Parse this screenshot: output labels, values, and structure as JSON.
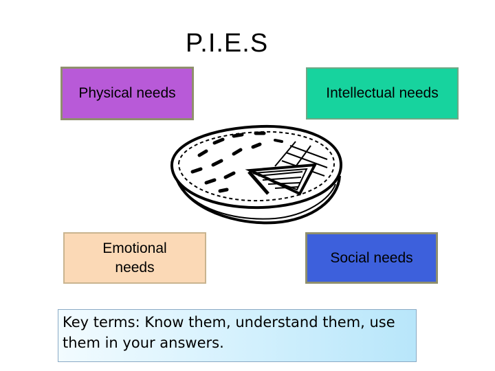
{
  "title": "P.I.E.S",
  "boxes": {
    "physical": {
      "label": "Physical needs",
      "color": "#b85ad8"
    },
    "intellectual": {
      "label": "Intellectual needs",
      "color": "#17d39e"
    },
    "emotional": {
      "label": "Emotional needs",
      "color": "#fbd9b6"
    },
    "social": {
      "label": "Social needs",
      "color": "#3d60dc"
    }
  },
  "key_terms": "Key terms: Know them, understand them, use them in your answers.",
  "icons": {
    "pie": "pie-icon"
  }
}
